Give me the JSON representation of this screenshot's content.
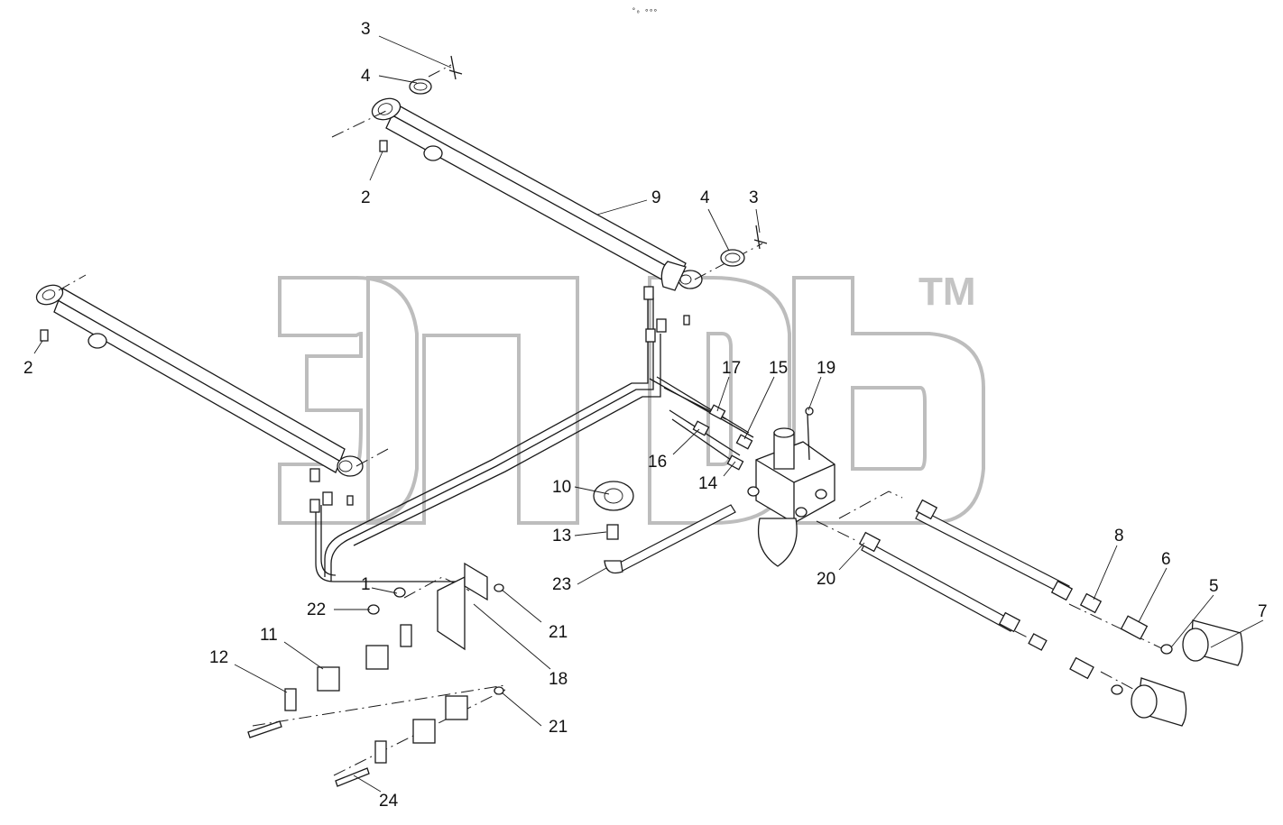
{
  "watermark": {
    "trademark": "TM"
  },
  "header_mark": "°₀ ∘∘∘",
  "labels": {
    "l3a": "3",
    "l4a": "4",
    "l2a": "2",
    "l9": "9",
    "l4b": "4",
    "l3b": "3",
    "l2b": "2",
    "l17": "17",
    "l15": "15",
    "l19": "19",
    "l16": "16",
    "l14": "14",
    "l10": "10",
    "l13": "13",
    "l23": "23",
    "l20": "20",
    "l8": "8",
    "l6": "6",
    "l5": "5",
    "l7": "7",
    "l1": "1",
    "l22": "22",
    "l21a": "21",
    "l18": "18",
    "l11": "11",
    "l12": "12",
    "l21b": "21",
    "l24": "24"
  },
  "colors": {
    "ink": "#1a1a1a",
    "watermark": "#c4c4c4",
    "background": "#ffffff"
  }
}
